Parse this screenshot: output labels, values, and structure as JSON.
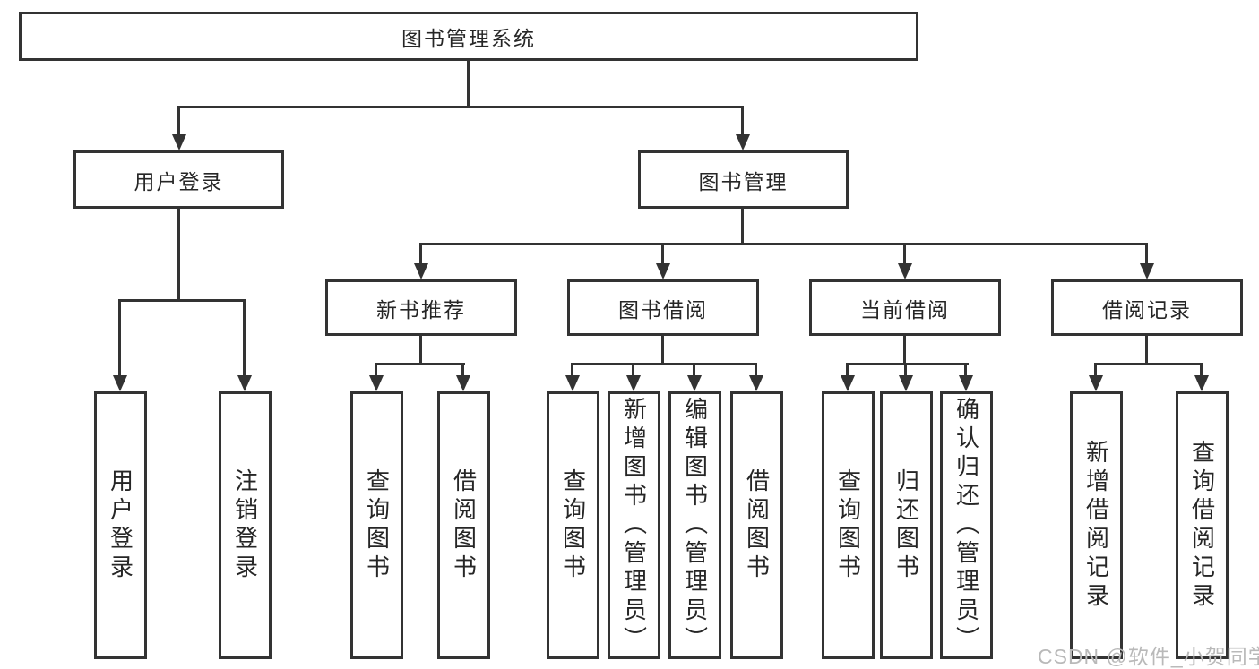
{
  "diagram": {
    "title": "图书管理系统",
    "children": [
      {
        "label": "用户登录",
        "children": [
          {
            "label": "用户登录"
          },
          {
            "label": "注销登录"
          }
        ]
      },
      {
        "label": "图书管理",
        "children": [
          {
            "label": "新书推荐",
            "children": [
              {
                "label": "查询图书"
              },
              {
                "label": "借阅图书"
              }
            ]
          },
          {
            "label": "图书借阅",
            "children": [
              {
                "label": "查询图书"
              },
              {
                "label": "新增图书（管理员）"
              },
              {
                "label": "编辑图书（管理员）"
              },
              {
                "label": "借阅图书"
              }
            ]
          },
          {
            "label": "当前借阅",
            "children": [
              {
                "label": "查询图书"
              },
              {
                "label": "归还图书"
              },
              {
                "label": "确认归还（管理员）"
              }
            ]
          },
          {
            "label": "借阅记录",
            "children": [
              {
                "label": "新增借阅记录"
              },
              {
                "label": "查询借阅记录"
              }
            ]
          }
        ]
      }
    ]
  },
  "watermark": "CSDN @软件_小贺同学",
  "colors": {
    "line": "#333333",
    "text": "#262626",
    "watermark": "#b9b9b9",
    "bg": "#ffffff"
  }
}
